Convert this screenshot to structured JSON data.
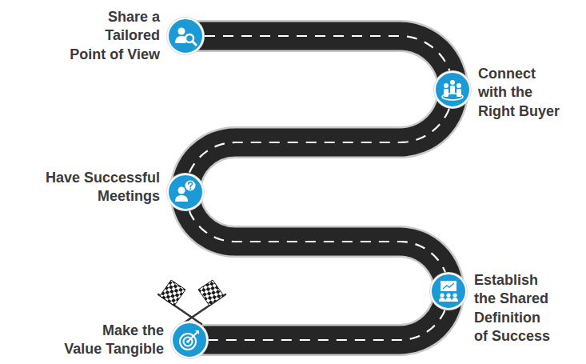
{
  "diagram": {
    "nodes": [
      {
        "text": [
          "Share a Tailored Point of View"
        ]
      },
      {
        "text": [
          "Connect with the Right Buyer"
        ]
      },
      {
        "text": [
          "Have Successful Meetings"
        ]
      },
      {
        "text": [
          "Establish the Shared Definition of Success"
        ]
      },
      {
        "text": [
          "Make the Value Tangible"
        ]
      }
    ],
    "edges": [
      {
        "from": 0,
        "to": 1,
        "arrow": "none"
      },
      {
        "from": 1,
        "to": 2,
        "arrow": "none"
      },
      {
        "from": 2,
        "to": 3,
        "arrow": "none"
      },
      {
        "from": 3,
        "to": 4,
        "arrow": "none"
      }
    ]
  }
}
